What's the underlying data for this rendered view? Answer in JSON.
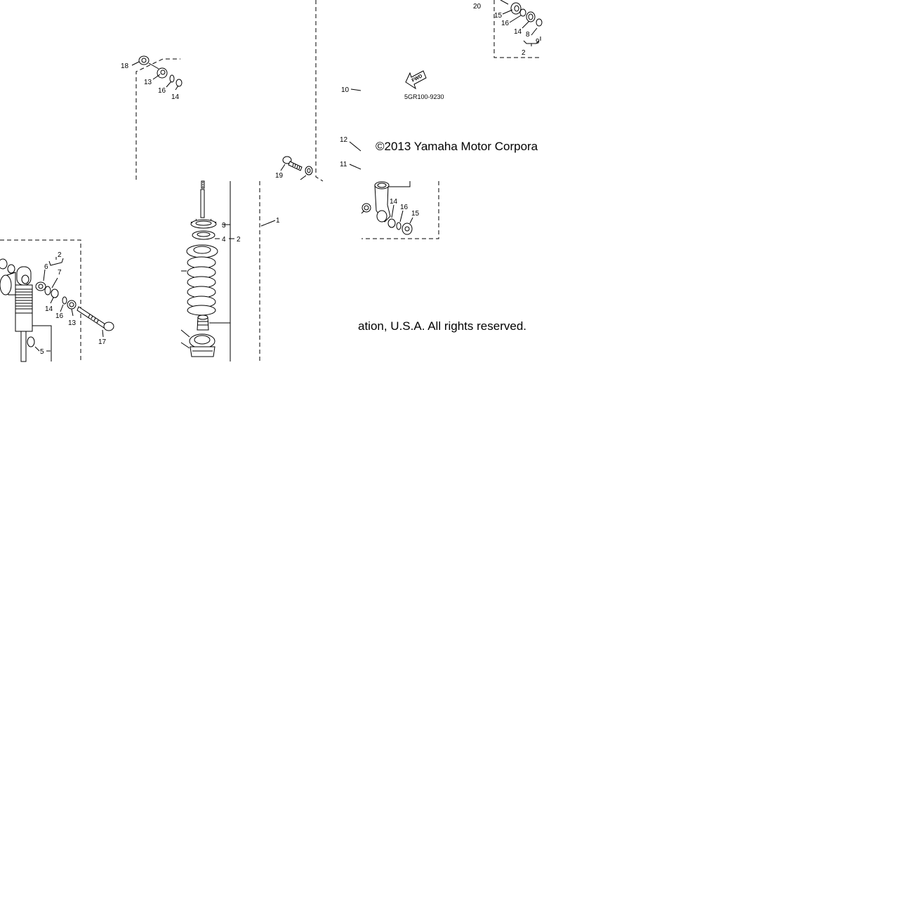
{
  "diagram": {
    "callouts": {
      "c20": "20",
      "c15a": "15",
      "c16a": "16",
      "c14a": "14",
      "c8": "8",
      "c9": "9",
      "c2a": "2",
      "c18": "18",
      "c13a": "13",
      "c16b": "16",
      "c14b": "14",
      "c10": "10",
      "c12": "12",
      "c11": "11",
      "c19": "19",
      "c14c": "14",
      "c16c": "16",
      "c15c": "15",
      "c3": "3",
      "c4": "4",
      "c2b": "2",
      "c1": "1",
      "c2c": "2",
      "c6": "6",
      "c7": "7",
      "c14d": "14",
      "c16d": "16",
      "c13b": "13",
      "c17": "17",
      "c5": "5"
    },
    "fwd_label": "FWD",
    "diagram_code": "5GR100-9230",
    "copyright_line1": "©2013 Yamaha Motor Corpora",
    "copyright_line2": "ation, U.S.A. All rights reserved."
  }
}
